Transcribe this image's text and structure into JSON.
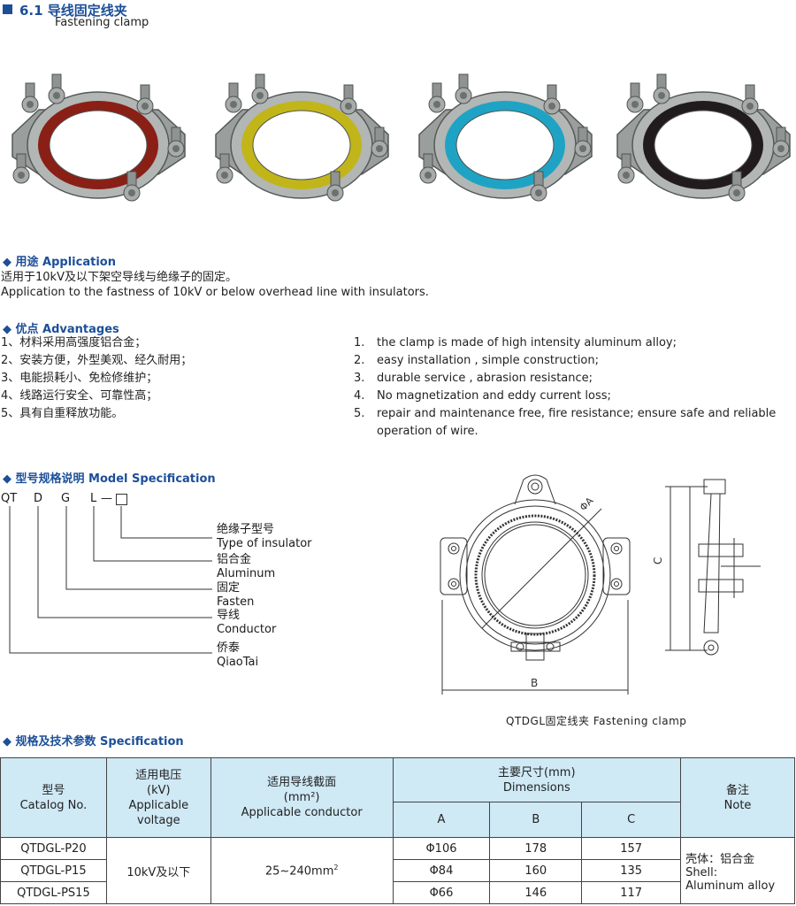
{
  "header": {
    "title": "6.1 导线固定线夹",
    "subtitle": "Fastening clamp"
  },
  "products": {
    "ring_colors": [
      "#8a1f16",
      "#c2b51a",
      "#1fa3c4",
      "#221b1e"
    ]
  },
  "application": {
    "heading": "用途 Application",
    "line_cn": "适用于10kV及以下架空导线与绝缘子的固定。",
    "line_en": "Application to the fastness of 10kV or below overhead line with insulators."
  },
  "advantages": {
    "heading": "优点 Advantages",
    "cn": [
      "1、材料采用高强度铝合金；",
      "2、安装方便，外型美观、经久耐用；",
      "3、电能损耗小、免检修维护；",
      "4、线路运行安全、可靠性高；",
      "5、具有自重释放功能。"
    ],
    "en_numbers": [
      "1.",
      "2.",
      "3.",
      "4.",
      "5."
    ],
    "en": [
      "the clamp is made of high intensity aluminum alloy;",
      "easy installation , simple construction;",
      "durable service , abrasion resistance;",
      "No magnetization and eddy current loss;",
      "repair and maintenance free, fire resistance; ensure safe and reliable"
    ],
    "en_5_cont": "operation of wire."
  },
  "model": {
    "heading": "型号规格说明 Model Specification",
    "codes": [
      "QT",
      "D",
      "G",
      "L"
    ],
    "dash": "—",
    "labels": [
      {
        "cn": "绝缘子型号",
        "en": "Type of insulator"
      },
      {
        "cn": "铝合金",
        "en": "Aluminum"
      },
      {
        "cn": "固定",
        "en": "Fasten"
      },
      {
        "cn": "导线",
        "en": "Conductor"
      },
      {
        "cn": "侨泰",
        "en": "QiaoTai"
      }
    ]
  },
  "drawing": {
    "dim_phi_a": "ΦA",
    "dim_b": "B",
    "dim_c": "C",
    "caption": "QTDGL固定线夹 Fastening clamp"
  },
  "specification": {
    "heading": "规格及技术参数 Specification",
    "headers": {
      "model_cn": "型号",
      "model_en": "Catalog No.",
      "voltage_cn": "适用电压",
      "voltage_unit": "(kV)",
      "voltage_en1": "Applicable",
      "voltage_en2": "voltage",
      "conductor_cn": "适用导线截面",
      "conductor_unit": "(mm²)",
      "conductor_en": "Applicable  conductor",
      "dims_cn": "主要尺寸(mm)",
      "dims_en": "Dimensions",
      "a": "A",
      "b": "B",
      "c": "C",
      "note_cn": "备注",
      "note_en": "Note"
    },
    "rows": [
      {
        "model": "QTDGL-P20",
        "a": "Φ106",
        "b": "178",
        "c": "157"
      },
      {
        "model": "QTDGL-P15",
        "a": "Φ84",
        "b": "160",
        "c": "135"
      },
      {
        "model": "QTDGL-PS15",
        "a": "Φ66",
        "b": "146",
        "c": "117"
      }
    ],
    "voltage": "10kV及以下",
    "conductor": "25~240mm",
    "conductor_sup": "2",
    "note_cn": "壳体：铝合金",
    "note_en1": "Shell:",
    "note_en2": "Aluminum alloy"
  }
}
